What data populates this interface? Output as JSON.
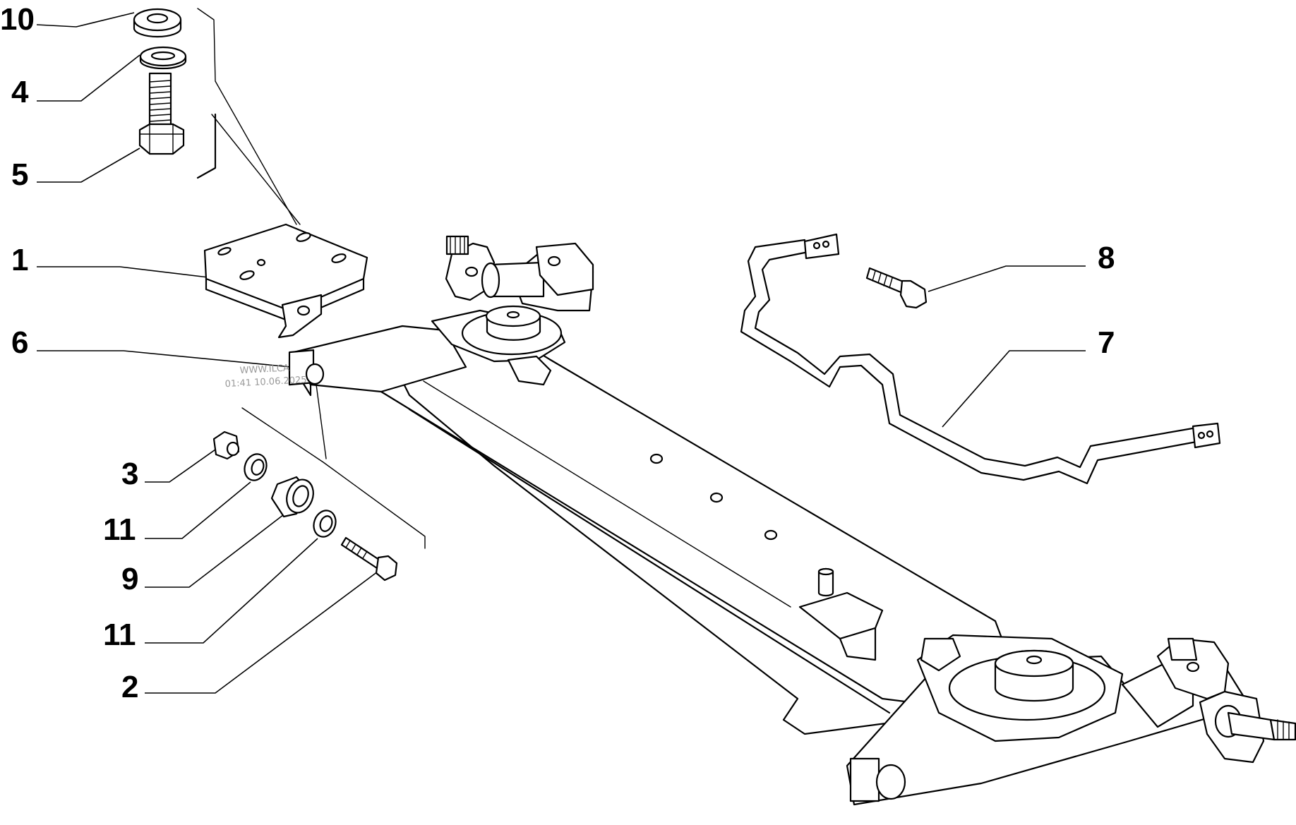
{
  "diagram": {
    "callouts": {
      "c10": "10",
      "c4": "4",
      "c5": "5",
      "c1": "1",
      "c6": "6",
      "c3": "3",
      "c11a": "11",
      "c9": "9",
      "c11b": "11",
      "c2": "2",
      "c8": "8",
      "c7": "7"
    },
    "watermark": {
      "line1": "WWW.ILCA",
      "line2": "01:41 10.06.2025"
    }
  }
}
